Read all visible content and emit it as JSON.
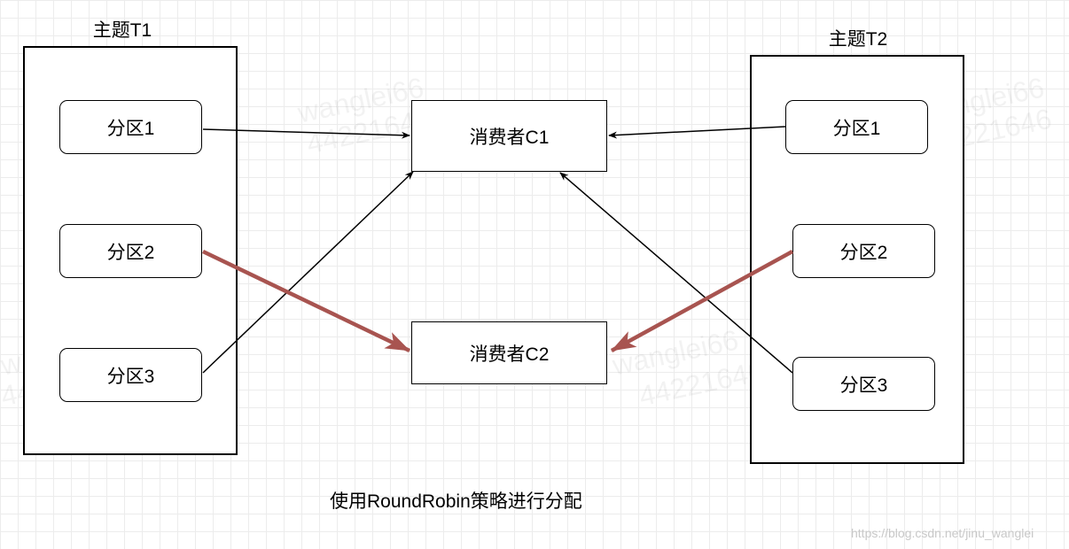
{
  "topics": {
    "t1": {
      "label": "主题T1",
      "partitions": [
        "分区1",
        "分区2",
        "分区3"
      ]
    },
    "t2": {
      "label": "主题T2",
      "partitions": [
        "分区1",
        "分区2",
        "分区3"
      ]
    }
  },
  "consumers": {
    "c1": "消费者C1",
    "c2": "消费者C2"
  },
  "caption": "使用RoundRobin策略进行分配",
  "watermark": {
    "name": "wanglei66",
    "id": "44221646",
    "url": "https://blog.csdn.net/jinu_wanglei"
  },
  "colors": {
    "highlight_arrow": "#a85450",
    "normal_arrow": "#000000"
  }
}
